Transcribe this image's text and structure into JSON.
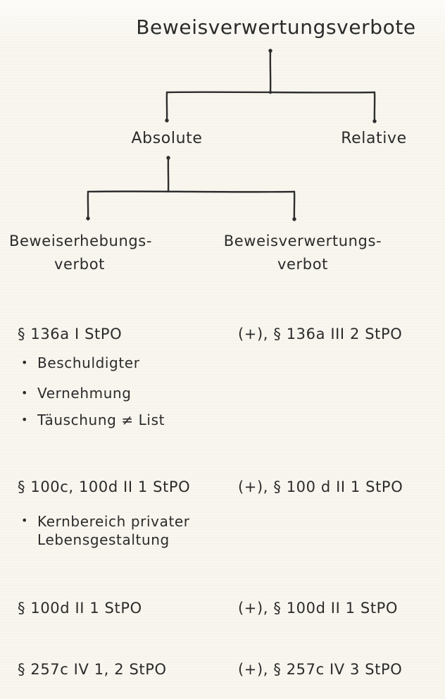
{
  "canvas": {
    "background": "#f9f6ef",
    "ink": "#2e2e2e"
  },
  "glyphs": {
    "bullet": "•"
  },
  "diagram": {
    "title": "Beweisverwertungsverbote",
    "branches": {
      "absolute": "Absolute",
      "relative": "Relative"
    },
    "sub_branches": {
      "erhebung": {
        "line1": "Beweiserhebungs-",
        "line2": "verbot"
      },
      "verwertung": {
        "line1": "Beweisverwertungs-",
        "line2": "verbot"
      }
    }
  },
  "entries": [
    {
      "left": "§ 136a I StPO",
      "right": "(+), § 136a III 2 StPO",
      "bullets": [
        "Beschuldigter",
        "Vernehmung",
        "Täuschung ≠ List"
      ]
    },
    {
      "left": "§ 100c, 100d II 1 StPO",
      "right": "(+), § 100 d II 1 StPO",
      "bullets": [
        "Kernbereich privater Lebensgestaltung"
      ]
    },
    {
      "left": "§ 100d II 1 StPO",
      "right": "(+), § 100d II 1 StPO",
      "bullets": []
    },
    {
      "left": "§ 257c IV 1, 2 StPO",
      "right": "(+), § 257c IV 3 StPO",
      "bullets": []
    }
  ]
}
